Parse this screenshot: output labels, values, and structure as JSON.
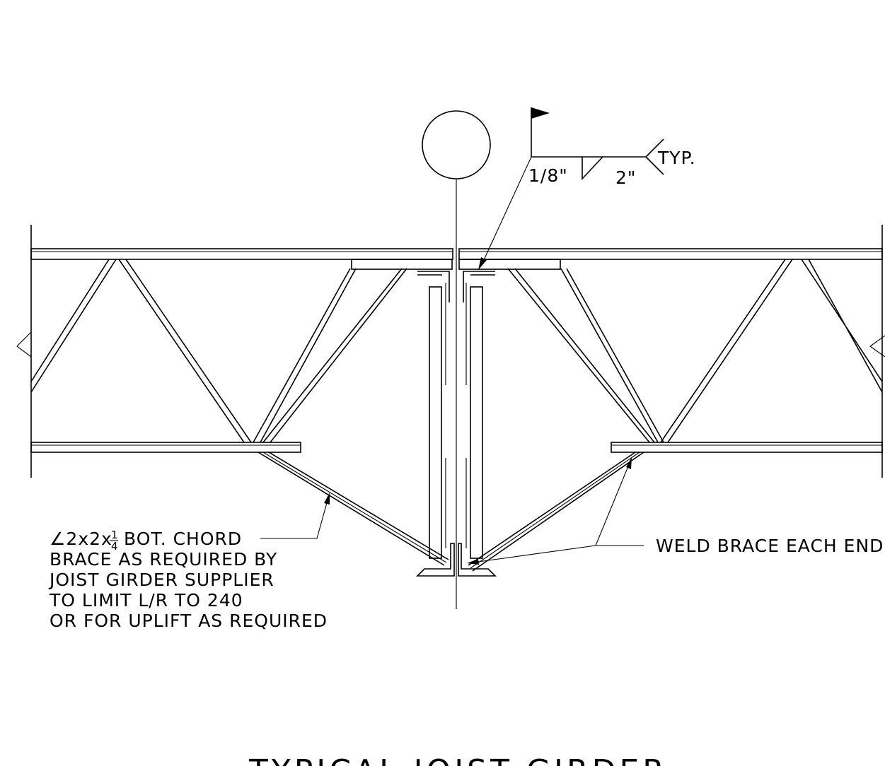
{
  "weld": {
    "size": "1/8\"",
    "length": "2\"",
    "tail": "TYP."
  },
  "labels": {
    "brace_prefix": "∠2x2x",
    "brace_frac_num": "1",
    "brace_frac_den": "4",
    "brace_line1_rest": " BOT. CHORD",
    "brace_line2": "BRACE AS REQUIRED BY",
    "brace_line3": "JOIST GIRDER SUPPLIER",
    "brace_line4": "TO LIMIT L/R TO 240",
    "brace_line5": "OR FOR UPLIFT AS REQUIRED",
    "weld_brace": "WELD BRACE EACH END"
  },
  "title": "TYPICAL JOIST GIRDER"
}
